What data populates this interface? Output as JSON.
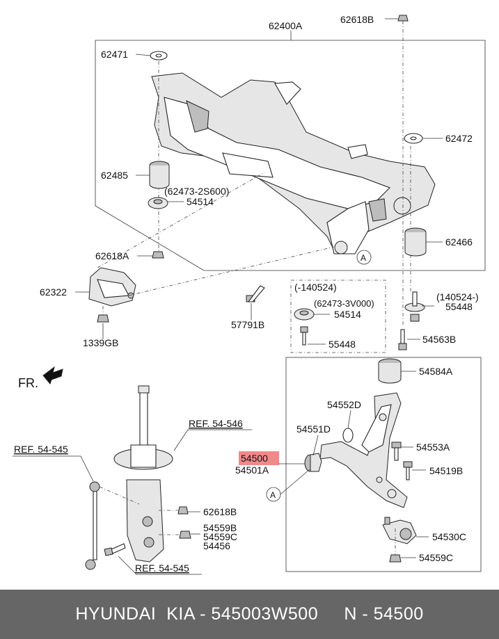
{
  "labels": {
    "p62400A": "62400A",
    "p62618B_top": "62618B",
    "p62471": "62471",
    "p62472": "62472",
    "p62485": "62485",
    "p62473_2S600": "(62473-2S600)",
    "p54514_a": "54514",
    "p62618A": "62618A",
    "p62466": "62466",
    "p62322": "62322",
    "p1339GB": "1339GB",
    "p57791B": "57791B",
    "range_old": "(-140524)",
    "p62473_3V000": "(62473-3V000)",
    "p54514_b": "54514",
    "p55448_a": "55448",
    "range_new": "(140524-)",
    "p55448_b": "55448",
    "p54563B": "54563B",
    "p54584A": "54584A",
    "p54552D": "54552D",
    "p54551D": "54551D",
    "p54553A": "54553A",
    "p54500": "54500",
    "p54501A": "54501A",
    "p54519B": "54519B",
    "p54530C": "54530C",
    "p54559C_b": "54559C",
    "p62618B_bot": "62618B",
    "p54559B": "54559B",
    "p54559C_a": "54559C",
    "p54456": "54456",
    "ref_54_546": "REF. 54-546",
    "ref_54_545_a": "REF. 54-545",
    "ref_54_545_b": "REF. 54-545",
    "circle_A_1": "A",
    "circle_A_2": "A",
    "front": "FR."
  },
  "colors": {
    "highlight": "#f08a8a",
    "footer_bg": "#666666",
    "footer_text": "#ffffff"
  },
  "footer": {
    "text": "HYUNDAI  KIA - 545003W500     N - 54500"
  }
}
